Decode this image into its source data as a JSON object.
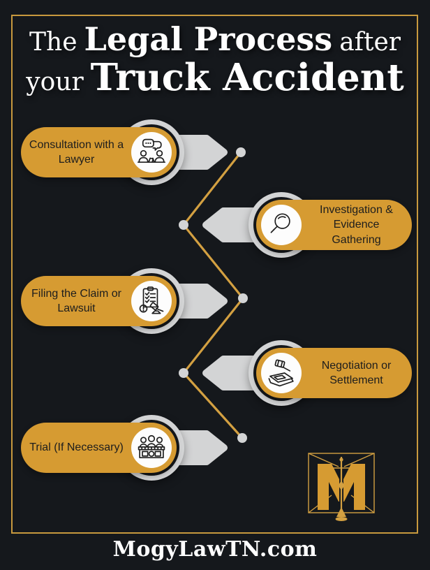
{
  "title": {
    "word1": "The",
    "bold1": "Legal Process",
    "word2": "after",
    "word3": "your",
    "bold2": "Truck Accident"
  },
  "steps": [
    {
      "label": "Consultation with a Lawyer",
      "icon": "consultation-icon",
      "side": "left"
    },
    {
      "label": "Investigation & Evidence Gathering",
      "icon": "investigation-magnifier-icon",
      "side": "right"
    },
    {
      "label": "Filing the Claim or Lawsuit",
      "icon": "filing-claim-icon",
      "side": "left"
    },
    {
      "label": "Negotiation or Settlement",
      "icon": "negotiation-gavel-icon",
      "side": "right"
    },
    {
      "label": "Trial (If Necessary)",
      "icon": "trial-jury-icon",
      "side": "left"
    }
  ],
  "footer": {
    "website": "MogyLawTN.com"
  },
  "logo": {
    "name": "mogy-law-monogram"
  },
  "colors": {
    "background": "#15181c",
    "gold": "#d69b32",
    "gold_line": "#d3a041",
    "frame_border": "#c8993e",
    "gray": "#d3d4d5",
    "label_text": "#1d1d1d",
    "title_text": "#ffffff"
  }
}
